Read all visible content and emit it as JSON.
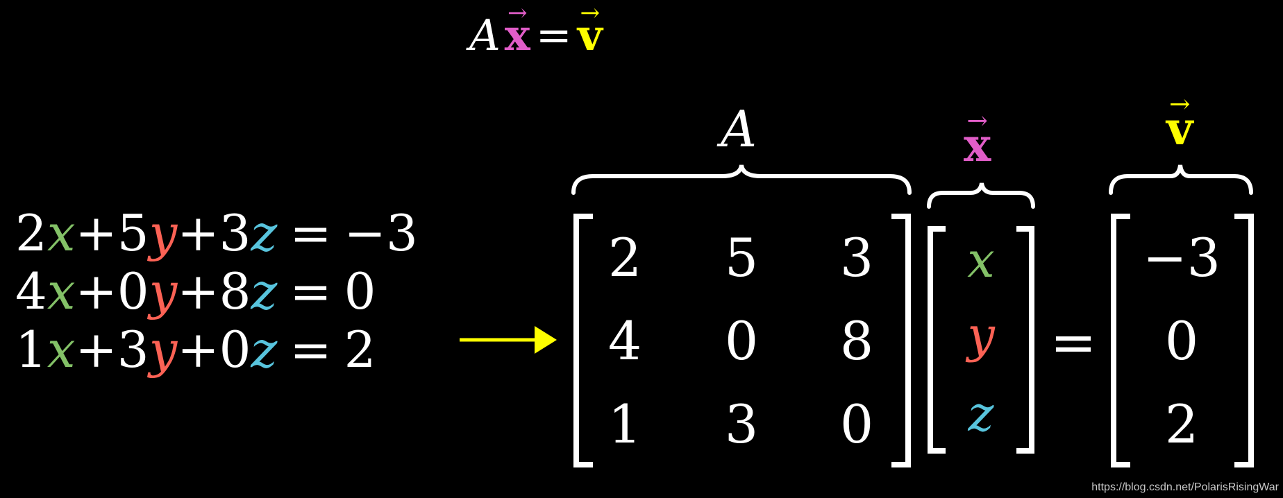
{
  "colors": {
    "x": "#83c167",
    "y": "#fc6255",
    "z": "#58c4dd",
    "vec_x": "#e15dc8",
    "vec_v": "#ffff00",
    "arrow": "#ffff00",
    "text": "#ffffff"
  },
  "title": {
    "A": "A",
    "x": "x",
    "arrow": "→",
    "eq": "=",
    "v": "v"
  },
  "system": [
    {
      "c1": "2",
      "v1": "x",
      "op1": "+",
      "c2": "5",
      "v2": "y",
      "op2": "+",
      "c3": "3",
      "v3": "z",
      "eq": "=",
      "rhs": "−3"
    },
    {
      "c1": "4",
      "v1": "x",
      "op1": "+",
      "c2": "0",
      "v2": "y",
      "op2": "+",
      "c3": "8",
      "v3": "z",
      "eq": "=",
      "rhs": "0"
    },
    {
      "c1": "1",
      "v1": "x",
      "op1": "+",
      "c2": "3",
      "v2": "y",
      "op2": "+",
      "c3": "0",
      "v3": "z",
      "eq": "=",
      "rhs": "2"
    }
  ],
  "matrix_label": "A",
  "matrix": [
    [
      "2",
      "5",
      "3"
    ],
    [
      "4",
      "0",
      "8"
    ],
    [
      "1",
      "3",
      "0"
    ]
  ],
  "vector_x_label": "x",
  "vector_x": [
    "x",
    "y",
    "z"
  ],
  "vector_v_label": "v",
  "vector_v": [
    "−3",
    "0",
    "2"
  ],
  "equals": "=",
  "watermark": "https://blog.csdn.net/PolarisRisingWar"
}
